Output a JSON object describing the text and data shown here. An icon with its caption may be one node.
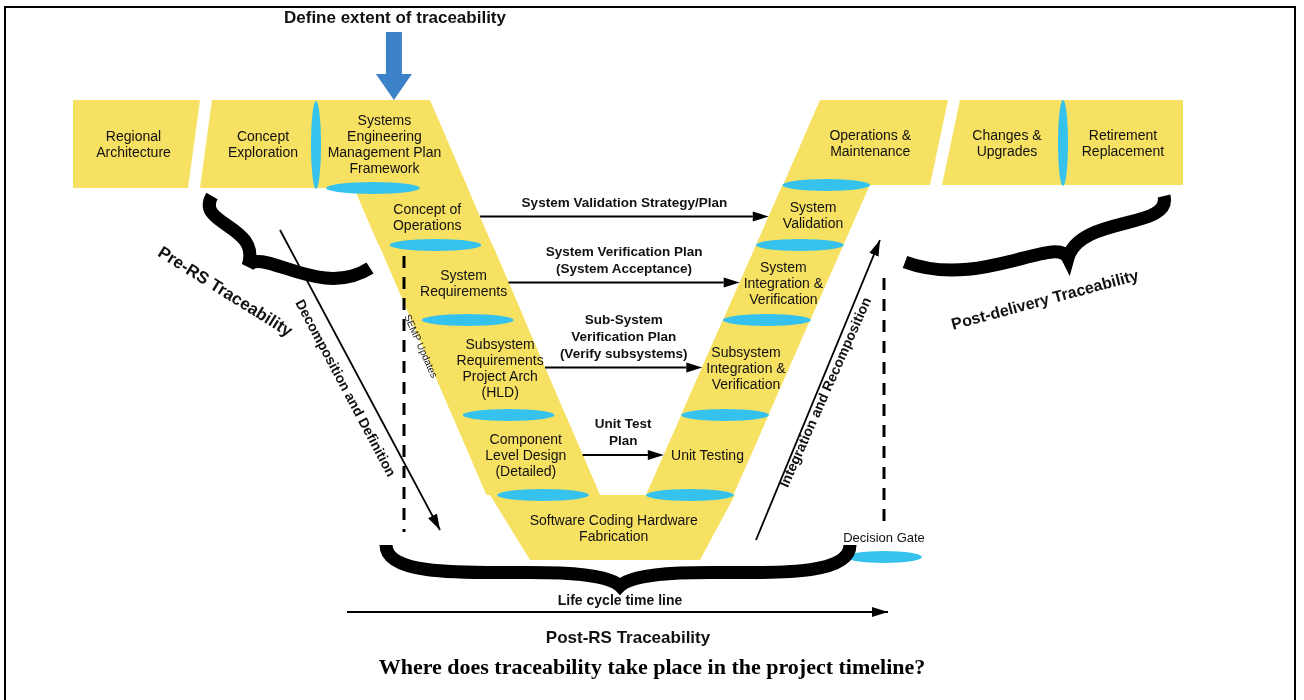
{
  "diagram": {
    "caption": "Where does traceability take place in the project timeline?",
    "nodes": [
      {
        "text": [
          "Regional Architecture"
        ]
      },
      {
        "text": [
          "Concept Exploration"
        ]
      },
      {
        "text": [
          "Systems Engineering Management Plan Framework"
        ]
      },
      {
        "text": [
          "Concept of Operations"
        ]
      },
      {
        "text": [
          "System Requirements"
        ]
      },
      {
        "text": [
          "Subsystem Requirements Project Arch (HLD)"
        ]
      },
      {
        "text": [
          "Component Level Design (Detailed)"
        ]
      },
      {
        "text": [
          "Software Coding Hardware Fabrication"
        ]
      },
      {
        "text": [
          "Unit Testing"
        ]
      },
      {
        "text": [
          "Subsystem Integration & Verification"
        ]
      },
      {
        "text": [
          "System Integration & Verification"
        ]
      },
      {
        "text": [
          "System Validation"
        ]
      },
      {
        "text": [
          "Operations & Maintenance"
        ]
      },
      {
        "text": [
          "Changes & Upgrades"
        ]
      },
      {
        "text": [
          "Retirement Replacement"
        ]
      },
      {
        "text": [
          "Define extent of traceability"
        ]
      }
    ],
    "edges": [
      {
        "from": 15,
        "to": 2,
        "arrow": "to",
        "style": "thick",
        "color": "#3b82c8"
      },
      {
        "from": 3,
        "to": 11,
        "arrow": "to",
        "label": "System Validation Strategy/Plan"
      },
      {
        "from": 4,
        "to": 10,
        "arrow": "to",
        "label": "System Verification Plan (System Acceptance)"
      },
      {
        "from": 5,
        "to": 9,
        "arrow": "to",
        "label": "Sub-System Verification Plan (Verify subsystems)"
      },
      {
        "from": 6,
        "to": 8,
        "arrow": "to",
        "label": "Unit Test Plan"
      }
    ],
    "labels": [
      "SEMP Updates",
      "Pre-RS Traceability",
      "Decomposition and Definition",
      "Integration and Recomposition",
      "Post-delivery Traceability",
      "Decision Gate",
      "Life cycle time line",
      "Post-RS Traceability"
    ]
  }
}
